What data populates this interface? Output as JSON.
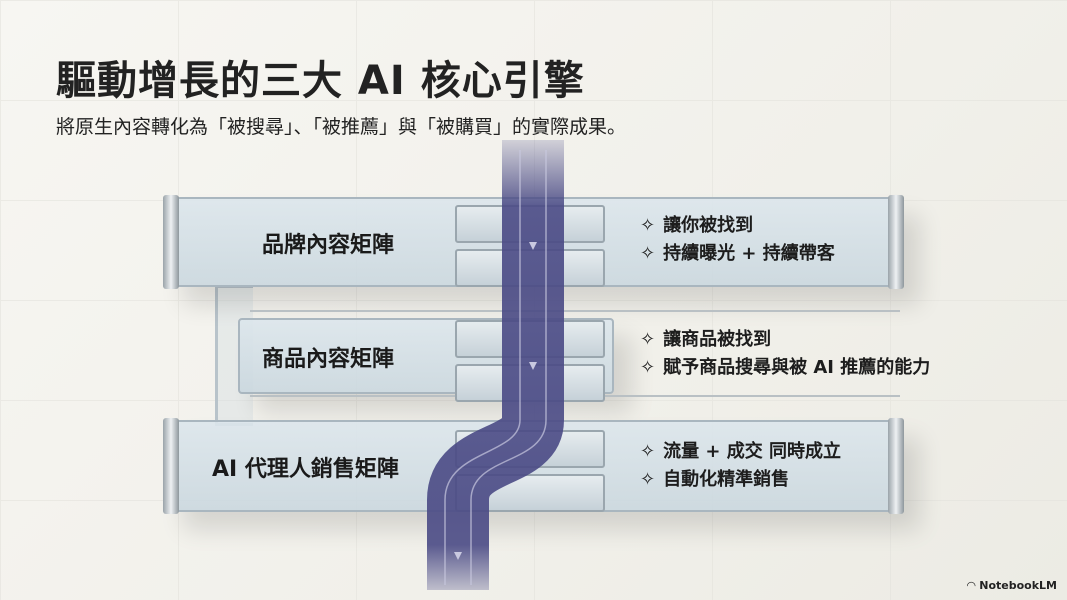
{
  "title": "驅動增長的三大 AI 核心引擎",
  "subtitle": "將原生內容轉化為「被搜尋」、「被推薦」與「被購買」的實際成果。",
  "rows": [
    {
      "label": "品牌內容矩陣",
      "points": [
        "讓你被找到",
        "持續曝光 + 持續帶客"
      ]
    },
    {
      "label": "商品內容矩陣",
      "points": [
        "讓商品被找到",
        "賦予商品搜尋與被 AI 推薦的能力"
      ]
    },
    {
      "label": "AI 代理人銷售矩陣",
      "points": [
        "流量 + 成交 同時成立",
        "自動化精準銷售"
      ]
    }
  ],
  "bullet_icon": "✧",
  "stream_color": "#4a4a85",
  "logo": "NotebookLM"
}
